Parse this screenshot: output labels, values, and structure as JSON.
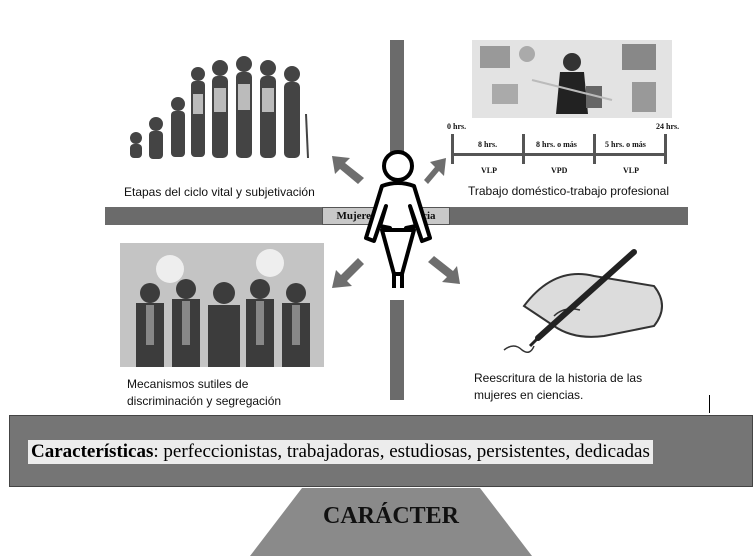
{
  "center_label": "Mujeres en la ciencia",
  "quadrants": {
    "top_left": {
      "caption": "Etapas del ciclo vital y subjetivación",
      "image": "life-stages-women-illustration"
    },
    "top_right": {
      "caption": "Trabajo doméstico-trabajo profesional",
      "image": "working-woman-collage"
    },
    "bottom_left": {
      "caption_line1": "Mecanismos sutiles de",
      "caption_line2": "discriminación y segregación",
      "image": "meeting-discrimination-illustration"
    },
    "bottom_right": {
      "caption_line1": "Reescritura de la historia de las",
      "caption_line2": "mujeres en ciencias.",
      "image": "hand-writing-with-pen"
    }
  },
  "timeline": {
    "start": "0 hrs.",
    "end": "24 hrs.",
    "segments": [
      {
        "hours": "8 hrs.",
        "label": "VLP"
      },
      {
        "hours": "8 hrs. o más",
        "label": "VPD"
      },
      {
        "hours": "5 hrs. o más",
        "label": "VLP"
      }
    ]
  },
  "characteristics": {
    "heading": "Características",
    "text": ": perfeccionistas, trabajadoras, estudiosas, persistentes, dedicadas"
  },
  "base_label": "CARÁCTER",
  "colors": {
    "bar": "#6b6b6b",
    "box": "#757575",
    "triangle": "#8a8a8a",
    "arrow": "#6e6e6e"
  }
}
